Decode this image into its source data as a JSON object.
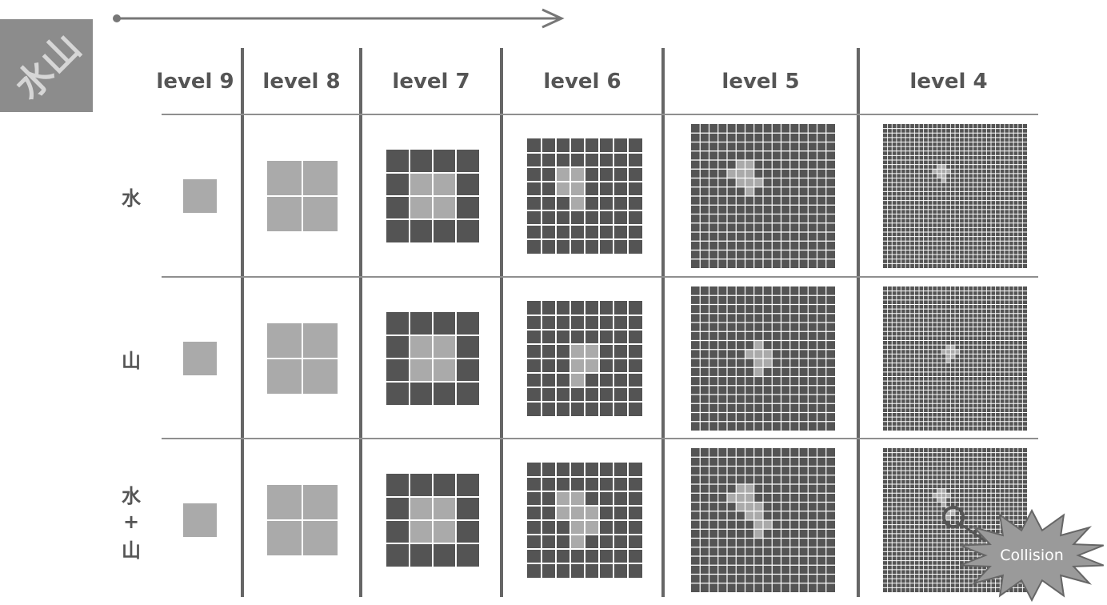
{
  "logo": {
    "text": "水山",
    "bg_color": "#8c8c8c"
  },
  "columns": [
    "level 9",
    "level 8",
    "level 7",
    "level 6",
    "level 5",
    "level 4"
  ],
  "rows": [
    {
      "label_lines": [
        "水"
      ]
    },
    {
      "label_lines": [
        "山"
      ]
    },
    {
      "label_lines": [
        "水",
        "+",
        "山"
      ]
    }
  ],
  "grids": {
    "cells_per_side": [
      1,
      2,
      4,
      8,
      16,
      32
    ],
    "rows": [
      {
        "level 7": [
          [
            1,
            1
          ],
          [
            1,
            2
          ],
          [
            2,
            1
          ],
          [
            2,
            2
          ]
        ],
        "level 6": [
          [
            2,
            2
          ],
          [
            2,
            3
          ],
          [
            3,
            2
          ],
          [
            3,
            3
          ],
          [
            4,
            3
          ]
        ],
        "level 5": [
          [
            4,
            5
          ],
          [
            4,
            6
          ],
          [
            5,
            4
          ],
          [
            5,
            5
          ],
          [
            5,
            6
          ],
          [
            6,
            5
          ],
          [
            6,
            6
          ],
          [
            6,
            7
          ],
          [
            7,
            6
          ]
        ],
        "level 4": [
          [
            9,
            12
          ],
          [
            9,
            13
          ],
          [
            10,
            11
          ],
          [
            10,
            12
          ],
          [
            10,
            13
          ],
          [
            10,
            14
          ],
          [
            11,
            12
          ],
          [
            11,
            13
          ],
          [
            12,
            13
          ]
        ]
      },
      {
        "level 7": [
          [
            1,
            1
          ],
          [
            1,
            2
          ],
          [
            2,
            1
          ],
          [
            2,
            2
          ]
        ],
        "level 6": [
          [
            3,
            3
          ],
          [
            3,
            4
          ],
          [
            4,
            3
          ],
          [
            4,
            4
          ],
          [
            5,
            3
          ]
        ],
        "level 5": [
          [
            6,
            7
          ],
          [
            7,
            6
          ],
          [
            7,
            7
          ],
          [
            7,
            8
          ],
          [
            8,
            7
          ],
          [
            8,
            8
          ],
          [
            9,
            7
          ]
        ],
        "level 4": [
          [
            13,
            14
          ],
          [
            13,
            15
          ],
          [
            14,
            13
          ],
          [
            14,
            14
          ],
          [
            14,
            15
          ],
          [
            14,
            16
          ],
          [
            15,
            14
          ],
          [
            15,
            15
          ],
          [
            16,
            14
          ]
        ]
      },
      {
        "level 7": [
          [
            1,
            1
          ],
          [
            1,
            2
          ],
          [
            2,
            1
          ],
          [
            2,
            2
          ]
        ],
        "level 6": [
          [
            2,
            2
          ],
          [
            2,
            3
          ],
          [
            3,
            2
          ],
          [
            3,
            3
          ],
          [
            4,
            3
          ],
          [
            3,
            4
          ],
          [
            4,
            4
          ],
          [
            5,
            3
          ]
        ],
        "level 5": [
          [
            4,
            5
          ],
          [
            4,
            6
          ],
          [
            5,
            4
          ],
          [
            5,
            5
          ],
          [
            5,
            6
          ],
          [
            6,
            5
          ],
          [
            6,
            6
          ],
          [
            6,
            7
          ],
          [
            7,
            6
          ],
          [
            7,
            7
          ],
          [
            8,
            7
          ],
          [
            8,
            8
          ],
          [
            9,
            7
          ]
        ],
        "level 4": [
          [
            9,
            12
          ],
          [
            9,
            13
          ],
          [
            10,
            11
          ],
          [
            10,
            12
          ],
          [
            10,
            13
          ],
          [
            10,
            14
          ],
          [
            11,
            12
          ],
          [
            11,
            13
          ],
          [
            12,
            13
          ],
          [
            13,
            14
          ],
          [
            13,
            15
          ],
          [
            14,
            14
          ],
          [
            14,
            15
          ],
          [
            15,
            14
          ]
        ]
      }
    ]
  },
  "annotation": {
    "label": "Collision"
  },
  "colors": {
    "rule": "#666666",
    "divider": "#8f8f8f",
    "dark_cell": "#545454",
    "light_cell": "#aaaaaa",
    "grid_line": "#ffffff",
    "label_text": "#555555"
  }
}
